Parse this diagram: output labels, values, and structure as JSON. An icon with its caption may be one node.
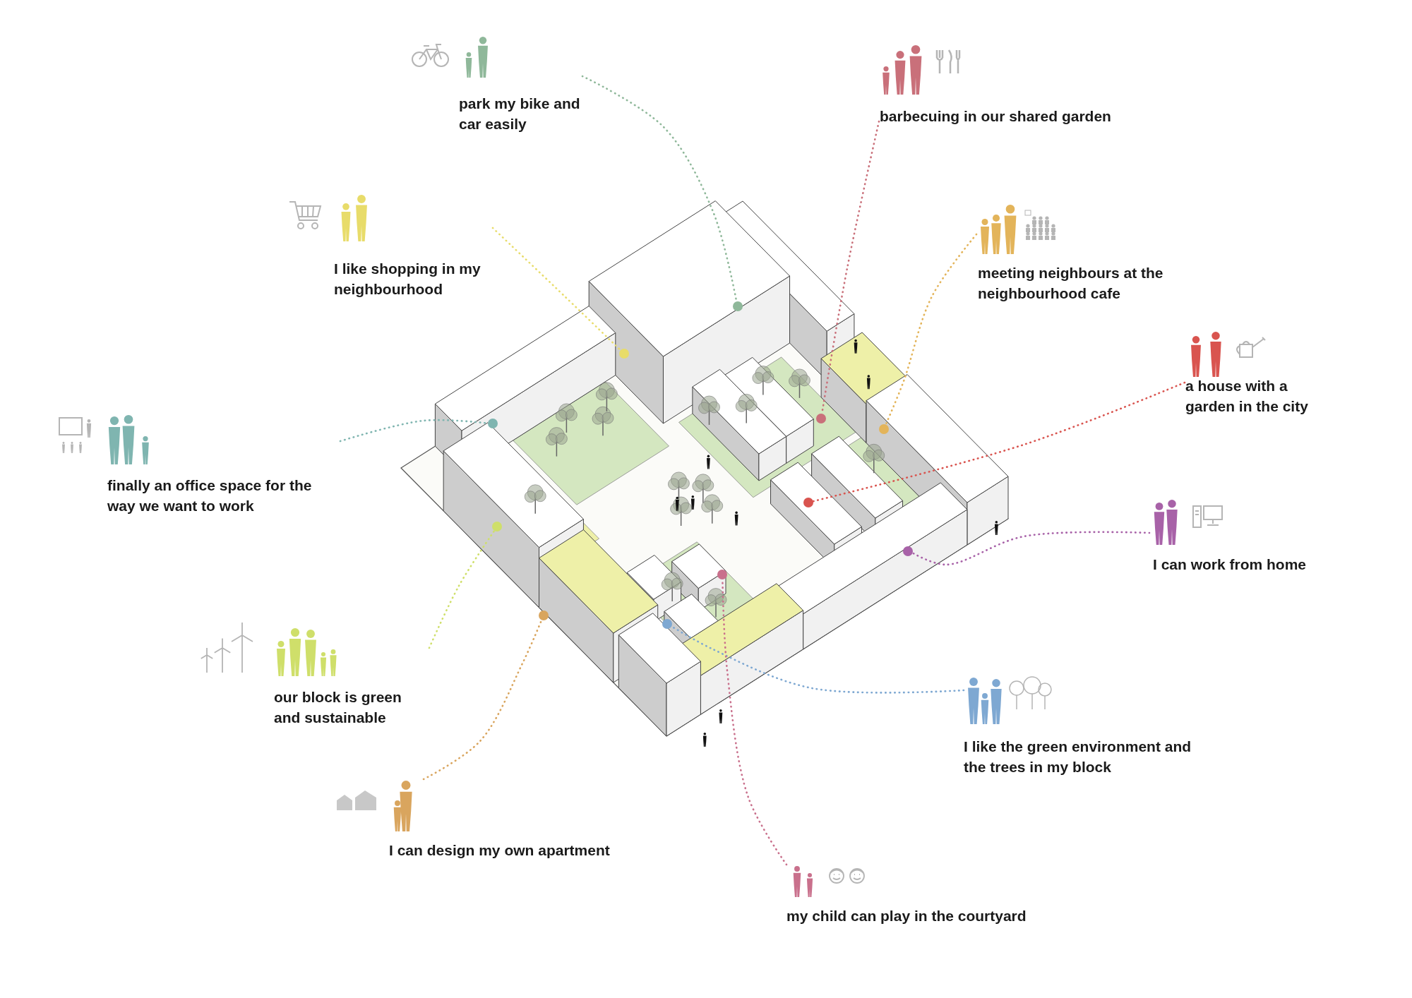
{
  "diagram": {
    "nodes": [
      {
        "text": [
          "park my bike and car easily"
        ]
      },
      {
        "text": [
          "barbecuing in our shared garden"
        ]
      },
      {
        "text": [
          "I like shopping in my neighbourhood"
        ]
      },
      {
        "text": [
          "meeting neighbours at the neighbourhood cafe"
        ]
      },
      {
        "text": [
          "a house with a garden in the city"
        ]
      },
      {
        "text": [
          "finally an office space for the way we want to work"
        ]
      },
      {
        "text": [
          "I can work from home"
        ]
      },
      {
        "text": [
          "our block is green and sustainable"
        ]
      },
      {
        "text": [
          "I like the green environment and the trees in my block"
        ]
      },
      {
        "text": [
          "I can design my own apartment"
        ]
      },
      {
        "text": [
          "my child can play in the courtyard"
        ]
      },
      {
        "text": [],
        "shape": "circle"
      },
      {
        "text": [],
        "shape": "circle"
      },
      {
        "text": [],
        "shape": "circle"
      },
      {
        "text": [],
        "shape": "circle"
      },
      {
        "text": [],
        "shape": "circle"
      },
      {
        "text": [],
        "shape": "circle"
      },
      {
        "text": [],
        "shape": "circle"
      },
      {
        "text": [],
        "shape": "circle"
      },
      {
        "text": [],
        "shape": "circle"
      },
      {
        "text": [],
        "shape": "circle"
      },
      {
        "text": [],
        "shape": "circle"
      }
    ],
    "edges": [
      {
        "from": 0,
        "to": 17,
        "arrow": "none",
        "style": "dashed",
        "color": "#8fb89a"
      },
      {
        "from": 1,
        "to": 19,
        "arrow": "none",
        "style": "dashed",
        "color": "#c9707a"
      },
      {
        "from": 2,
        "to": 14,
        "arrow": "none",
        "style": "dashed",
        "color": "#e8dc6a"
      },
      {
        "from": 3,
        "to": 20,
        "arrow": "none",
        "style": "dashed",
        "color": "#e3b45a"
      },
      {
        "from": 4,
        "to": 18,
        "arrow": "none",
        "style": "dashed",
        "color": "#d9544f"
      },
      {
        "from": 5,
        "to": 11,
        "arrow": "none",
        "style": "dashed",
        "color": "#7fb5b0"
      },
      {
        "from": 6,
        "to": 21,
        "arrow": "none",
        "style": "dashed",
        "color": "#a862a8"
      },
      {
        "from": 7,
        "to": 12,
        "arrow": "none",
        "style": "dashed",
        "color": "#cfdf6a"
      },
      {
        "from": 8,
        "to": 15,
        "arrow": "none",
        "style": "dashed",
        "color": "#7ea8d2"
      },
      {
        "from": 9,
        "to": 13,
        "arrow": "none",
        "style": "dashed",
        "color": "#d9a55e"
      },
      {
        "from": 10,
        "to": 16,
        "arrow": "none",
        "style": "dashed",
        "color": "#c9708c"
      }
    ]
  }
}
